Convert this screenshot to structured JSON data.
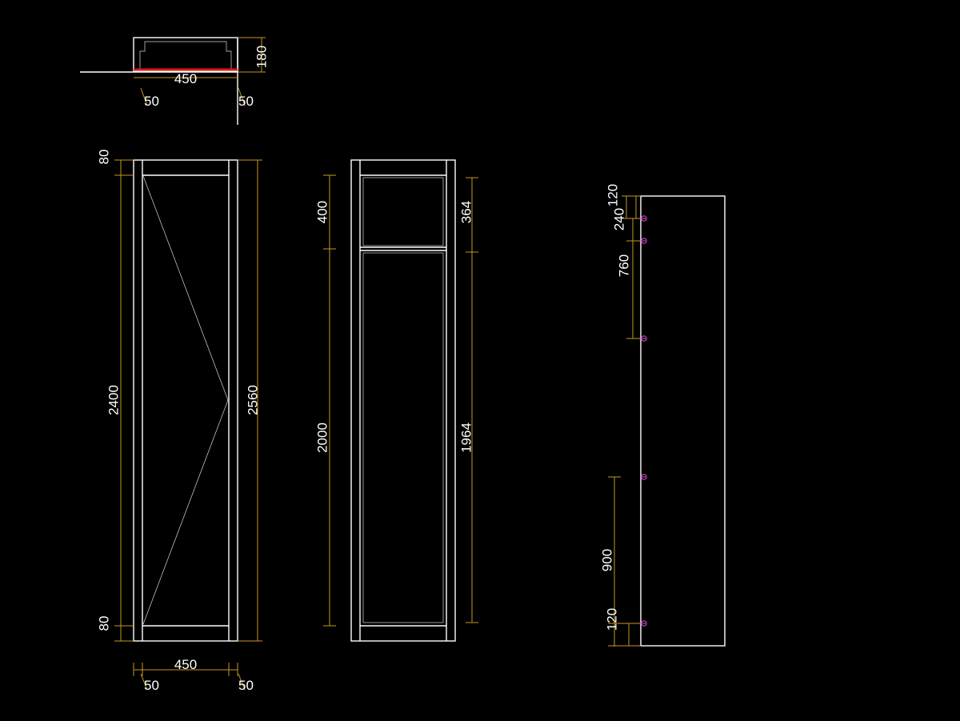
{
  "colors": {
    "background": "#000000",
    "outline": "#ffffff",
    "dimension": "#c8961e",
    "hinge_marker": "#d040d0",
    "section_line": "#e01818"
  },
  "plan_view": {
    "width": "450",
    "depth": "180",
    "left_offset": "50",
    "right_offset": "50"
  },
  "elevation_door": {
    "top_rail": "80",
    "door_height": "2400",
    "bottom_rail": "80",
    "total_height": "2560",
    "width": "450",
    "left_offset": "50",
    "right_offset": "50"
  },
  "elevation_interior": {
    "outer_top": "400",
    "outer_bottom": "2000",
    "inner_top": "364",
    "inner_bottom": "1964"
  },
  "side_hinges": {
    "top_offset": "120",
    "spacing_1": "240",
    "spacing_2": "760",
    "lower_span": "900",
    "bottom_offset": "120"
  }
}
